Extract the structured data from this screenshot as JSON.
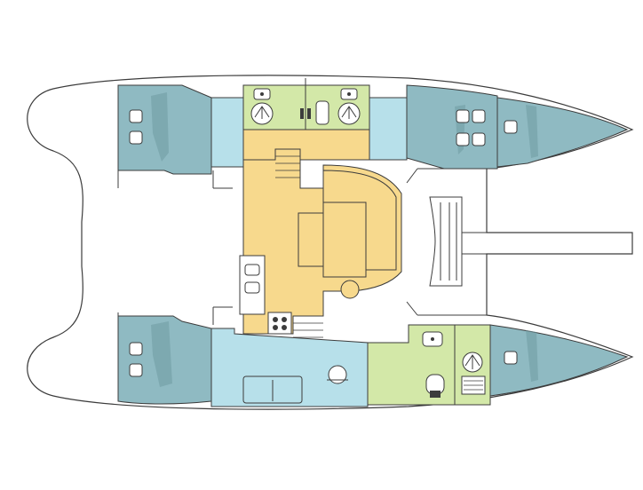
{
  "colors": {
    "outline": "#3c3c3c",
    "background": "#ffffff",
    "cabin": "#8fbac2",
    "bathroom": "#b7e0ea",
    "saloon": "#f7d98d",
    "galley_head": "#d3e8a8",
    "shadow": "#6f9aa3"
  },
  "zones": [
    {
      "name": "cabin-aft-port",
      "kind": "cabin"
    },
    {
      "name": "cabin-forward-port",
      "kind": "cabin"
    },
    {
      "name": "cabin-aft-starboard",
      "kind": "cabin"
    },
    {
      "name": "cabin-forward-starboard",
      "kind": "cabin"
    },
    {
      "name": "head-port",
      "kind": "head"
    },
    {
      "name": "head-starboard",
      "kind": "head"
    },
    {
      "name": "saloon",
      "kind": "saloon"
    },
    {
      "name": "galley",
      "kind": "galley"
    }
  ],
  "icons": [
    "toilet-icon",
    "sink-icon",
    "shower-icon",
    "stove-icon",
    "sofa-icon",
    "table-icon"
  ]
}
